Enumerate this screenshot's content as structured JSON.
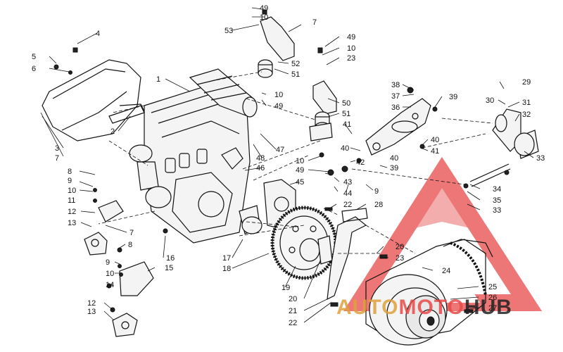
{
  "diagram": {
    "labels": [
      {
        "t": "49"
      },
      {
        "t": "10"
      },
      {
        "t": "53"
      },
      {
        "t": "7"
      },
      {
        "t": "4"
      },
      {
        "t": "49"
      },
      {
        "t": "10"
      },
      {
        "t": "23"
      },
      {
        "t": "5"
      },
      {
        "t": "6"
      },
      {
        "t": "52"
      },
      {
        "t": "51"
      },
      {
        "t": "1"
      },
      {
        "t": "10"
      },
      {
        "t": "49"
      },
      {
        "t": "38"
      },
      {
        "t": "37"
      },
      {
        "t": "36"
      },
      {
        "t": "39"
      },
      {
        "t": "29"
      },
      {
        "t": "30"
      },
      {
        "t": "31"
      },
      {
        "t": "32"
      },
      {
        "t": "50"
      },
      {
        "t": "51"
      },
      {
        "t": "2"
      },
      {
        "t": "41"
      },
      {
        "t": "3"
      },
      {
        "t": "7"
      },
      {
        "t": "40"
      },
      {
        "t": "40"
      },
      {
        "t": "41"
      },
      {
        "t": "48"
      },
      {
        "t": "47"
      },
      {
        "t": "10"
      },
      {
        "t": "40"
      },
      {
        "t": "33"
      },
      {
        "t": "46"
      },
      {
        "t": "8"
      },
      {
        "t": "49"
      },
      {
        "t": "42"
      },
      {
        "t": "39"
      },
      {
        "t": "9"
      },
      {
        "t": "45"
      },
      {
        "t": "43"
      },
      {
        "t": "10"
      },
      {
        "t": "44"
      },
      {
        "t": "9"
      },
      {
        "t": "34"
      },
      {
        "t": "35"
      },
      {
        "t": "11"
      },
      {
        "t": "28"
      },
      {
        "t": "22"
      },
      {
        "t": "33"
      },
      {
        "t": "12"
      },
      {
        "t": "13"
      },
      {
        "t": "7"
      },
      {
        "t": "8"
      },
      {
        "t": "16"
      },
      {
        "t": "17"
      },
      {
        "t": "20"
      },
      {
        "t": "9"
      },
      {
        "t": "23"
      },
      {
        "t": "10"
      },
      {
        "t": "15"
      },
      {
        "t": "18"
      },
      {
        "t": "24"
      },
      {
        "t": "14"
      },
      {
        "t": "19"
      },
      {
        "t": "25"
      },
      {
        "t": "20"
      },
      {
        "t": "26"
      },
      {
        "t": "12"
      },
      {
        "t": "27"
      },
      {
        "t": "21"
      },
      {
        "t": "13"
      },
      {
        "t": "22"
      }
    ]
  },
  "watermark": {
    "text": "AUTOMOTOHUB",
    "color_red": "#e84a4a",
    "color_gold": "#e0a13c",
    "color_dark": "#222222"
  }
}
